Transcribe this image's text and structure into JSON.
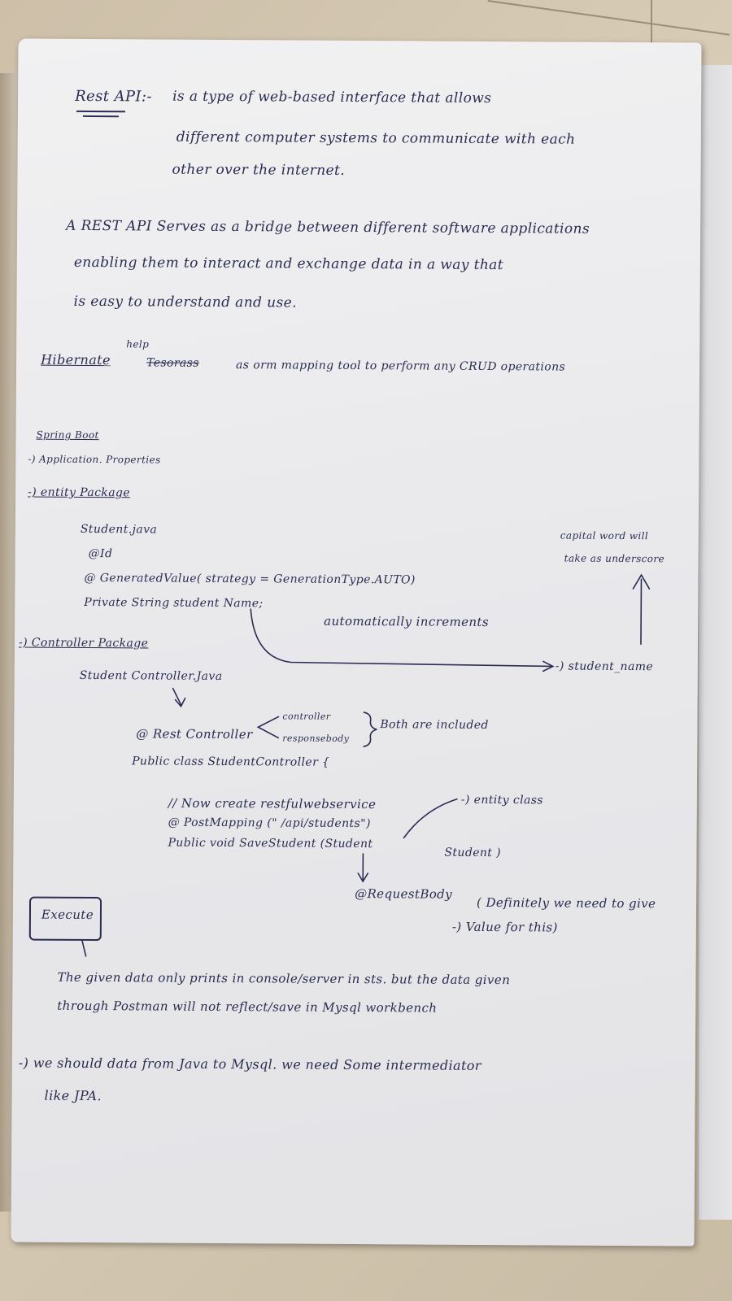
{
  "notes": {
    "rest_title": "Rest API:-",
    "rest_def_1": "is a type of web-based interface that allows",
    "rest_def_2": "different computer systems to communicate with each",
    "rest_def_3": "other over the internet.",
    "bridge_1": "A REST API Serves as a bridge between different software applications",
    "bridge_2": "enabling them to interact and exchange data in a way that",
    "bridge_3": "is easy to understand and use.",
    "hibernate_word": "Hibernate",
    "hibernate_help": "help",
    "hibernate_crossed": "Tesorass",
    "hibernate_rest": "as orm mapping tool to perform any CRUD operations",
    "spring_boot": "Spring Boot",
    "app_props": "-) Application. Properties",
    "entity_pkg": "-) entity Package",
    "student_java": "Student.java",
    "at_id": "@Id",
    "generated_value": "@ GeneratedValue( strategy = GenerationType.AUTO)",
    "private_string": "Private String student Name;",
    "auto_inc": "automatically increments",
    "capital_note_1": "capital word will",
    "capital_note_2": "take as underscore",
    "student_name": "-) student_name",
    "controller_pkg": "-) Controller Package",
    "student_controller_java": "Student Controller.Java",
    "rest_controller": "@ Rest Controller",
    "controller_word": "controller",
    "responsebody_word": "responsebody",
    "both_included": "Both are included",
    "public_class": "Public class StudentController {",
    "comment_restful": "// Now create restfulwebservice",
    "post_mapping": "@ PostMapping (\" /api/students\")",
    "public_void": "Public void SaveStudent (Student",
    "student_param": "Student )",
    "entity_class": "-) entity class",
    "request_body": "@RequestBody",
    "definitely_1": "( Definitely we need to give",
    "definitely_2": "-) Value for this)",
    "execute": "Execute",
    "given_data_1": "The given data only prints in console/server in sts. but the data given",
    "given_data_2": "through Postman will not reflect/save in Mysql workbench",
    "should_data": "-) we should data from Java to Mysql. we need Some intermediator",
    "like_jpa": "like JPA."
  },
  "ink_color": "#2a2c52"
}
